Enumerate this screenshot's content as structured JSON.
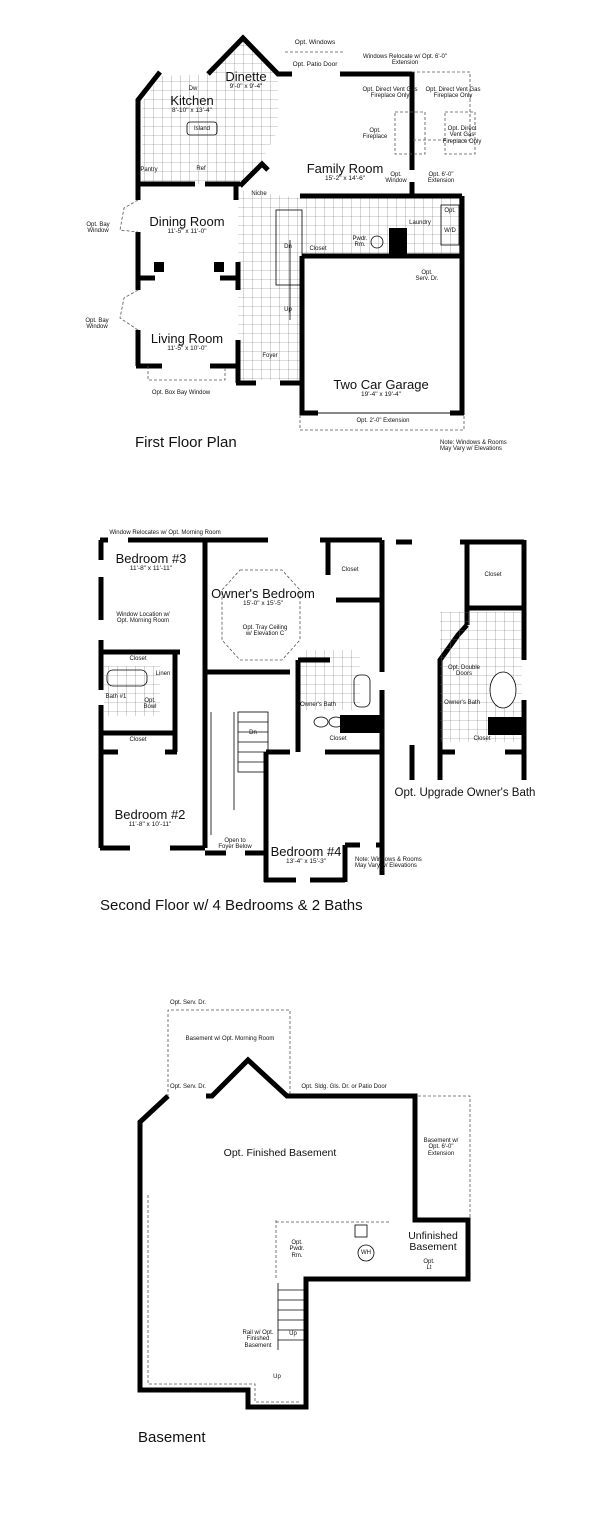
{
  "first_floor": {
    "title": "First Floor Plan",
    "rooms": {
      "dinette": {
        "name": "Dinette",
        "dim": "9'-0\" x 9'-4\""
      },
      "kitchen": {
        "name": "Kitchen",
        "dim": "8'-10\" x 13'-4\""
      },
      "family_room": {
        "name": "Family Room",
        "dim": "15'-2\" x 14'-6\""
      },
      "dining_room": {
        "name": "Dining Room",
        "dim": "11'-5\" x 11'-0\""
      },
      "living_room": {
        "name": "Living Room",
        "dim": "11'-5\" x 10'-0\""
      },
      "garage": {
        "name": "Two Car Garage",
        "dim": "19'-4\" x 19'-4\""
      }
    },
    "labels": {
      "opt_windows": "Opt. Windows",
      "opt_patio_door": "Opt. Patio Door",
      "windows_relocate": "Windows Relocate w/ Opt. 6'-0\" Extension",
      "direct_vent_1": "Opt. Direct Vent Gas Fireplace Only",
      "direct_vent_2": "Opt. Direct Vent Gas Fireplace Only",
      "direct_vent_3": "Opt. Direct Vent Gas Fireplace Only",
      "opt_fireplace": "Opt. Fireplace",
      "opt_window": "Opt. Window",
      "opt_extension": "Opt. 6'-0\" Extension",
      "dw": "Dw",
      "island": "Island",
      "pantry": "Pantry",
      "ref": "Ref",
      "niche": "Niche",
      "laundry": "Laundry",
      "opt": "Opt.",
      "wd": "W/D",
      "pwdr_rm": "Pwdr. Rm.",
      "closet": "Closet",
      "dn": "Dn",
      "up": "Up",
      "foyer": "Foyer",
      "serv_dr": "Opt. Serv. Dr.",
      "bay_window_1": "Opt. Bay Window",
      "bay_window_2": "Opt. Bay Window",
      "box_bay": "Opt. Box Bay Window",
      "garage_ext": "Opt. 2'-0\" Extension"
    },
    "note": [
      "Note: Windows & Rooms",
      "May Vary w/ Elevations"
    ]
  },
  "second_floor": {
    "title": "Second Floor w/ 4 Bedrooms & 2 Baths",
    "rooms": {
      "bedroom3": {
        "name": "Bedroom #3",
        "dim": "11'-8\" x 11'-11\""
      },
      "owners_bedroom": {
        "name": "Owner's Bedroom",
        "dim": "15'-0\" x 15'-5\""
      },
      "bedroom2": {
        "name": "Bedroom #2",
        "dim": "11'-8\" x 10'-11\""
      },
      "bedroom4": {
        "name": "Bedroom #4",
        "dim": "13'-4\" x 15'-3\""
      }
    },
    "labels": {
      "window_relocates": "Window Relocates w/ Opt. Morning Room",
      "window_location": "Window Location w/ Opt. Morning Room",
      "tray_ceiling": "Opt. Tray Ceiling w/ Elevation C",
      "closet": "Closet",
      "linen": "Linen",
      "bath1": "Bath #1",
      "opt_bowl": "Opt. Bowl",
      "owners_bath": "Owner's Bath",
      "dn": "Dn",
      "open_to_foyer": "Open to Foyer Below"
    },
    "note": [
      "Note: Windows & Rooms",
      "May Vary w/ Elevations"
    ],
    "upgrade": {
      "title": "Opt. Upgrade Owner's Bath",
      "closet": "Closet",
      "double_doors": "Opt. Double Doors",
      "owners_bath": "Owner's Bath"
    }
  },
  "basement": {
    "title": "Basement",
    "labels": {
      "serv_dr_top": "Opt. Serv. Dr.",
      "morning_room": "Basement w/ Opt. Morning Room",
      "serv_dr": "Opt. Serv. Dr.",
      "patio_door": "Opt. Sldg. Gls. Dr. or Patio Door",
      "finished": "Opt. Finished Basement",
      "extension": "Basement w/ Opt. 6'-0\" Extension",
      "pwdr_rm": "Opt. Pwdr. Rm.",
      "wh": "WH",
      "unfinished": "Unfinished Basement",
      "opt_lt": "Opt. Lt",
      "rail": "Rail w/ Opt. Finished Basement",
      "up1": "Up",
      "up2": "Up"
    }
  }
}
